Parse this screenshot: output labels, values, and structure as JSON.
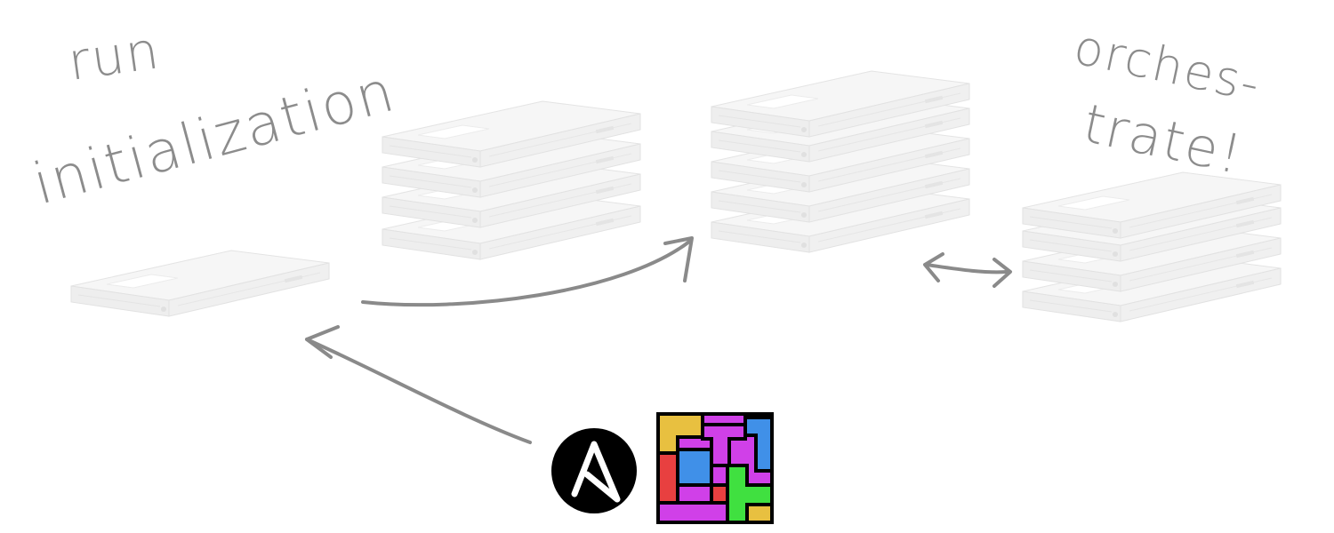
{
  "annotations": {
    "run_line1": "run",
    "run_line2": "initialization",
    "orchestrate_line1": "orches-",
    "orchestrate_line2": "trate!"
  },
  "logos": {
    "ansible_letter": "A"
  },
  "colors": {
    "ink": "#8c8c8c",
    "arrow": "#888888",
    "server_face": "#f3f3f3",
    "server_edge": "#e2e2e2",
    "ansible_circle": "#000000",
    "mosaic_yellow": "#e8c040",
    "mosaic_magenta": "#d040e8",
    "mosaic_blue": "#4090e8",
    "mosaic_red": "#e84040",
    "mosaic_green": "#40e040"
  }
}
